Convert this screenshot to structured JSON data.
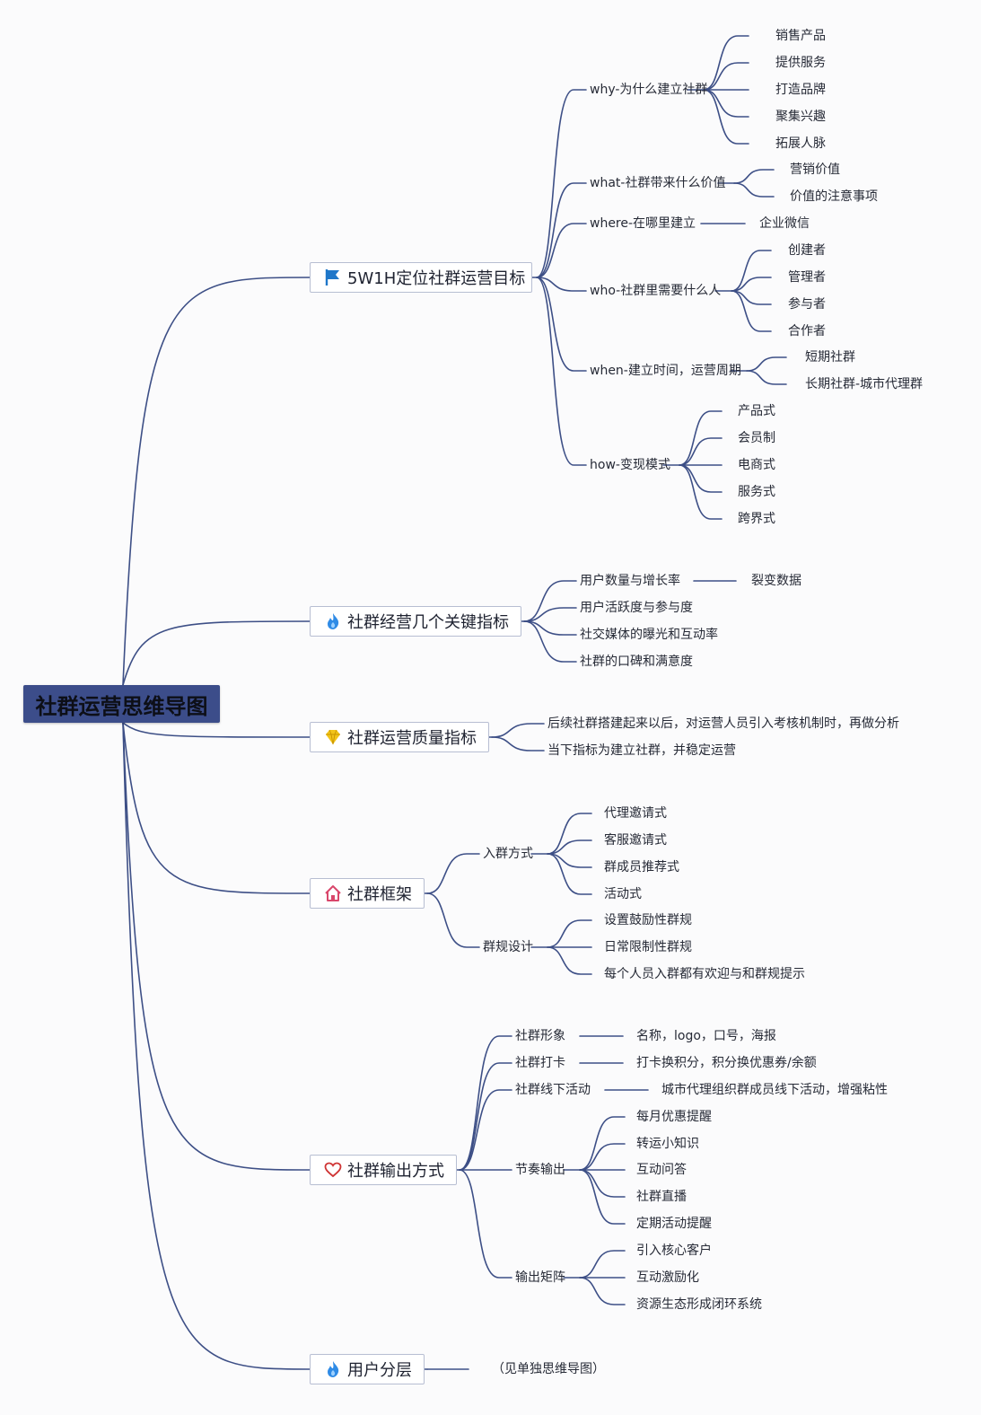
{
  "root": {
    "title": "社群运营思维导图"
  },
  "branches": [
    {
      "label": "5W1H定位社群运营目标",
      "icon": "flag-icon",
      "children": [
        {
          "label": "why-为什么建立社群",
          "items": [
            "销售产品",
            "提供服务",
            "打造品牌",
            "聚集兴趣",
            "拓展人脉"
          ]
        },
        {
          "label": "what-社群带来什么价值",
          "items": [
            "营销价值",
            "价值的注意事项"
          ]
        },
        {
          "label": "where-在哪里建立",
          "items": [
            "企业微信"
          ]
        },
        {
          "label": "who-社群里需要什么人",
          "items": [
            "创建者",
            "管理者",
            "参与者",
            "合作者"
          ]
        },
        {
          "label": "when-建立时间，运营周期",
          "items": [
            "短期社群",
            "长期社群-城市代理群"
          ]
        },
        {
          "label": "how-变现模式",
          "items": [
            "产品式",
            "会员制",
            "电商式",
            "服务式",
            "跨界式"
          ]
        }
      ]
    },
    {
      "label": "社群经营几个关键指标",
      "icon": "flame-icon",
      "children": [
        {
          "label": "用户数量与增长率",
          "items": [
            "裂变数据"
          ]
        },
        {
          "label": "用户活跃度与参与度",
          "items": []
        },
        {
          "label": "社交媒体的曝光和互动率",
          "items": []
        },
        {
          "label": "社群的口碑和满意度",
          "items": []
        }
      ]
    },
    {
      "label": "社群运营质量指标",
      "icon": "diamond-icon",
      "children": [
        {
          "label": "后续社群搭建起来以后，对运营人员引入考核机制时，再做分析",
          "items": []
        },
        {
          "label": "当下指标为建立社群，并稳定运营",
          "items": []
        }
      ]
    },
    {
      "label": "社群框架",
      "icon": "home-icon",
      "children": [
        {
          "label": "入群方式",
          "items": [
            "代理邀请式",
            "客服邀请式",
            "群成员推荐式",
            "活动式"
          ]
        },
        {
          "label": "群规设计",
          "items": [
            "设置鼓励性群规",
            "日常限制性群规",
            "每个人员入群都有欢迎与和群规提示"
          ]
        }
      ]
    },
    {
      "label": "社群输出方式",
      "icon": "heart-icon",
      "children": [
        {
          "label": "社群形象",
          "items": [
            "名称，logo，口号，海报"
          ]
        },
        {
          "label": "社群打卡",
          "items": [
            "打卡换积分，积分换优惠券/余额"
          ]
        },
        {
          "label": "社群线下活动",
          "items": [
            "城市代理组织群成员线下活动，增强粘性"
          ]
        },
        {
          "label": "节奏输出",
          "items": [
            "每月优惠提醒",
            "转运小知识",
            "互动问答",
            "社群直播",
            "定期活动提醒"
          ]
        },
        {
          "label": "输出矩阵",
          "items": [
            "引入核心客户",
            "互动激励化",
            "资源生态形成闭环系统"
          ]
        }
      ]
    },
    {
      "label": "用户分层",
      "icon": "flame-icon",
      "children": [
        {
          "label": "（见单独思维导图）",
          "items": []
        }
      ]
    }
  ],
  "colors": {
    "line": "#3d4f86",
    "root_bg": "#3c4d8a",
    "flag": "#1f77c9",
    "flame": "#2f8be6",
    "diamond": "#f2c418",
    "home": "#d9476b",
    "heart": "#cf3434"
  }
}
